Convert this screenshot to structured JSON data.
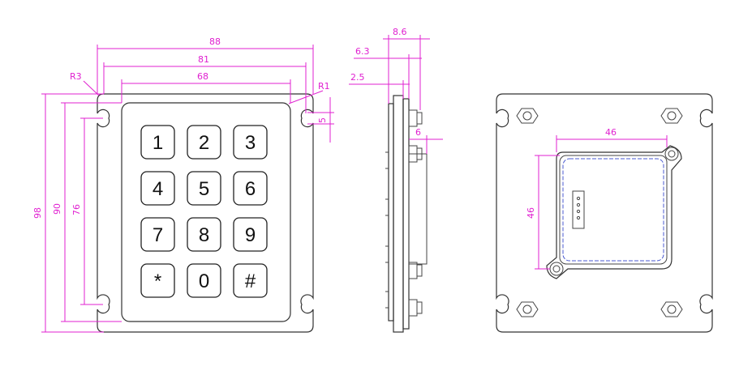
{
  "keys": [
    "1",
    "2",
    "3",
    "4",
    "5",
    "6",
    "7",
    "8",
    "9",
    "*",
    "0",
    "#"
  ],
  "dims": {
    "w88": "88",
    "w81": "81",
    "w68": "68",
    "r3": "R3",
    "r1": "R1",
    "h98": "98",
    "h90": "90",
    "h76": "76",
    "s5": "5",
    "s86": "8.6",
    "s63": "6.3",
    "s25": "2.5",
    "s6": "6",
    "b46w": "46",
    "b46h": "46"
  },
  "colors": {
    "dimension": "#e020d0",
    "outline": "#333333",
    "gasket": "#4a5ad0"
  }
}
